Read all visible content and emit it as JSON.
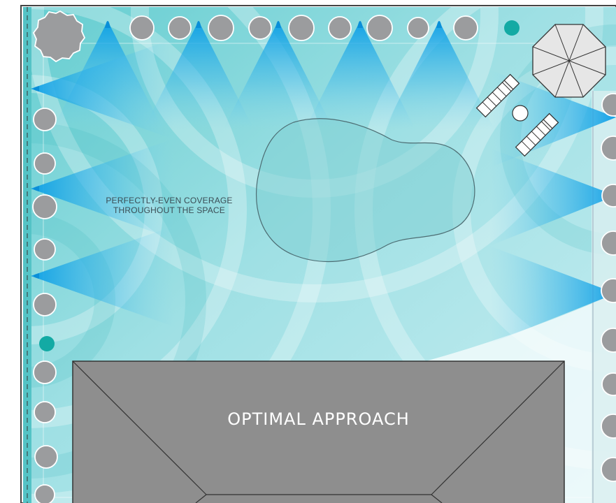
{
  "labels": {
    "coverage_line1": "PERFECTLY-EVEN COVERAGE",
    "coverage_line2": "THROUGHOUT THE SPACE",
    "house": "OPTIMAL APPROACH"
  },
  "colors": {
    "yard_teal": "#6fd0d3",
    "deep_teal": "#3dbdbf",
    "spray_blue": "#1aa6e8",
    "shrub_gray": "#9a9b9d",
    "roof_gray": "#8c8c8c",
    "marker_teal": "#13aaa4",
    "outline": "#4a4a4a"
  },
  "icons": {
    "house": "roof-plan-icon",
    "pool": "pool-icon",
    "umbrella": "patio-umbrella-icon",
    "chair": "lounge-chair-icon",
    "table": "side-table-icon",
    "shrub": "shrub-icon",
    "heater": "heater-icon",
    "marker": "post-marker-icon"
  }
}
